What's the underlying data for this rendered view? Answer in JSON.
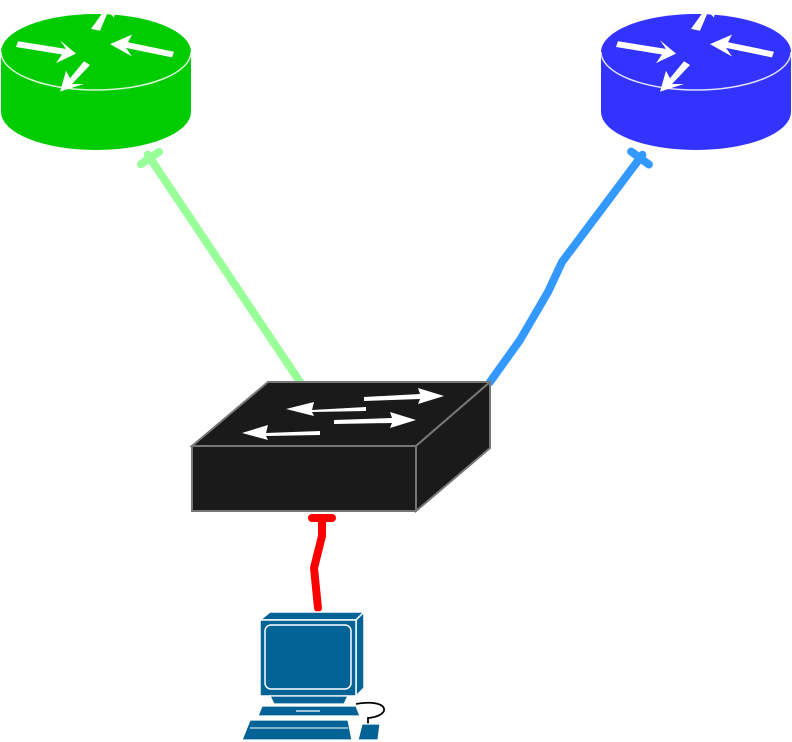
{
  "diagram": {
    "nodes": [
      {
        "id": "router-left",
        "kind": "router",
        "icon": "router-icon",
        "color": "#00cc00"
      },
      {
        "id": "router-right",
        "kind": "router",
        "icon": "router-icon",
        "color": "#3333ff"
      },
      {
        "id": "switch",
        "kind": "switch",
        "icon": "switch-icon",
        "color": "#1a1a1a"
      },
      {
        "id": "workstation",
        "kind": "workstation",
        "icon": "computer-icon",
        "color": "#036397"
      }
    ],
    "links": [
      {
        "from": "switch",
        "to": "router-left",
        "color": "#99ff99"
      },
      {
        "from": "switch",
        "to": "router-right",
        "color": "#3399ff"
      },
      {
        "from": "workstation",
        "to": "switch",
        "color": "#ff0000"
      }
    ]
  }
}
